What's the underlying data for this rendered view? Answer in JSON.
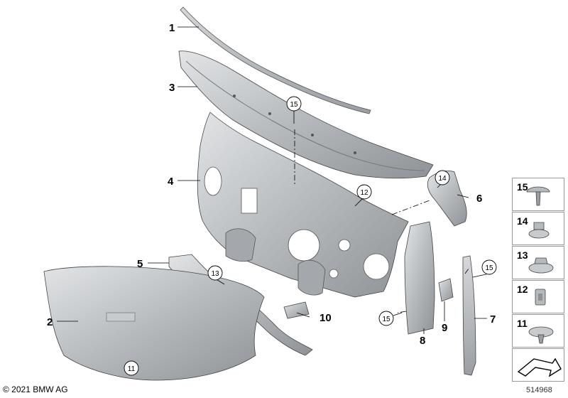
{
  "callouts": {
    "c1": "1",
    "c2": "2",
    "c3": "3",
    "c4": "4",
    "c5": "5",
    "c6": "6",
    "c7": "7",
    "c8": "8",
    "c9": "9",
    "c10": "10",
    "ring15a": "15",
    "ring12": "12",
    "ring14": "14",
    "ring13": "13",
    "ring15b": "15",
    "ring15c": "15",
    "ring11": "11"
  },
  "legend": {
    "items": [
      {
        "label": "15",
        "icon": "push-rivet-icon"
      },
      {
        "label": "14",
        "icon": "spring-nut-icon"
      },
      {
        "label": "13",
        "icon": "hex-nut-icon"
      },
      {
        "label": "12",
        "icon": "clip-nut-icon"
      },
      {
        "label": "11",
        "icon": "expanding-rivet-icon"
      }
    ],
    "arrow_icon": "direction-arrow-icon"
  },
  "footer": {
    "copyright": "© 2021 BMW AG",
    "diagram_id": "514968"
  },
  "colors": {
    "part_fill": "#b9bcbf",
    "part_dark": "#8e9296",
    "part_light": "#dcdee0",
    "line": "#000000"
  }
}
